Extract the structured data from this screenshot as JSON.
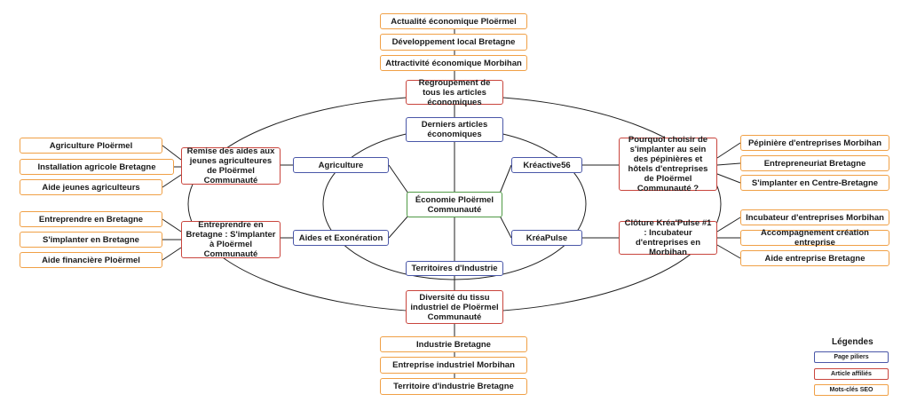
{
  "colors": {
    "keyword_border": "#f0a046",
    "article_border": "#c9453d",
    "pillar_border": "#4a57a8",
    "center_border": "#4f9a45",
    "line": "#222222"
  },
  "center": "Économie Ploërmel Communauté",
  "pillars": {
    "top": "Derniers articles économiques",
    "left_top": "Agriculture",
    "left_bottom": "Aides et Exonération",
    "right_top": "Kréactive56",
    "right_bottom": "KréaPulse",
    "bottom": "Territoires d'Industrie"
  },
  "articles": {
    "top": "Regroupement de tous les articles économiques",
    "left_top": "Remise des aides aux jeunes agriculteures de Ploërmel Communauté",
    "left_bottom": "Entreprendre en Bretagne : S'implanter à Ploërmel Communauté",
    "right_top": "Pourquoi choisir de s'implanter au sein des pépinières et hôtels d'entreprises de Ploërmel Communauté ?",
    "right_bottom": "Clôture Kréa'Pulse #1 : Incubateur d'entreprises en Morbihan",
    "bottom": "Diversité du tissu industriel de Ploërmel Communauté"
  },
  "keywords": {
    "top": [
      "Actualité économique Ploërmel",
      "Développement local Bretagne",
      "Attractivité économique Morbihan"
    ],
    "left_top": [
      "Agriculture Ploërmel",
      "Installation agricole Bretagne",
      "Aide jeunes agriculteurs"
    ],
    "left_bottom": [
      "Entreprendre en Bretagne",
      "S'implanter en Bretagne",
      "Aide financière Ploërmel"
    ],
    "right_top": [
      "Pépinière d'entreprises Morbihan",
      "Entrepreneuriat Bretagne",
      "S'implanter en Centre-Bretagne"
    ],
    "right_bottom": [
      "Incubateur d'entreprises Morbihan",
      "Accompagnement création entreprise",
      "Aide entreprise Bretagne"
    ],
    "bottom": [
      "Industrie Bretagne",
      "Entreprise industriel Morbihan",
      "Territoire d'industrie Bretagne"
    ]
  },
  "legend": {
    "title": "Légendes",
    "pillar": "Page piliers",
    "article": "Article affiliés",
    "keyword": "Mots-clés SEO"
  }
}
